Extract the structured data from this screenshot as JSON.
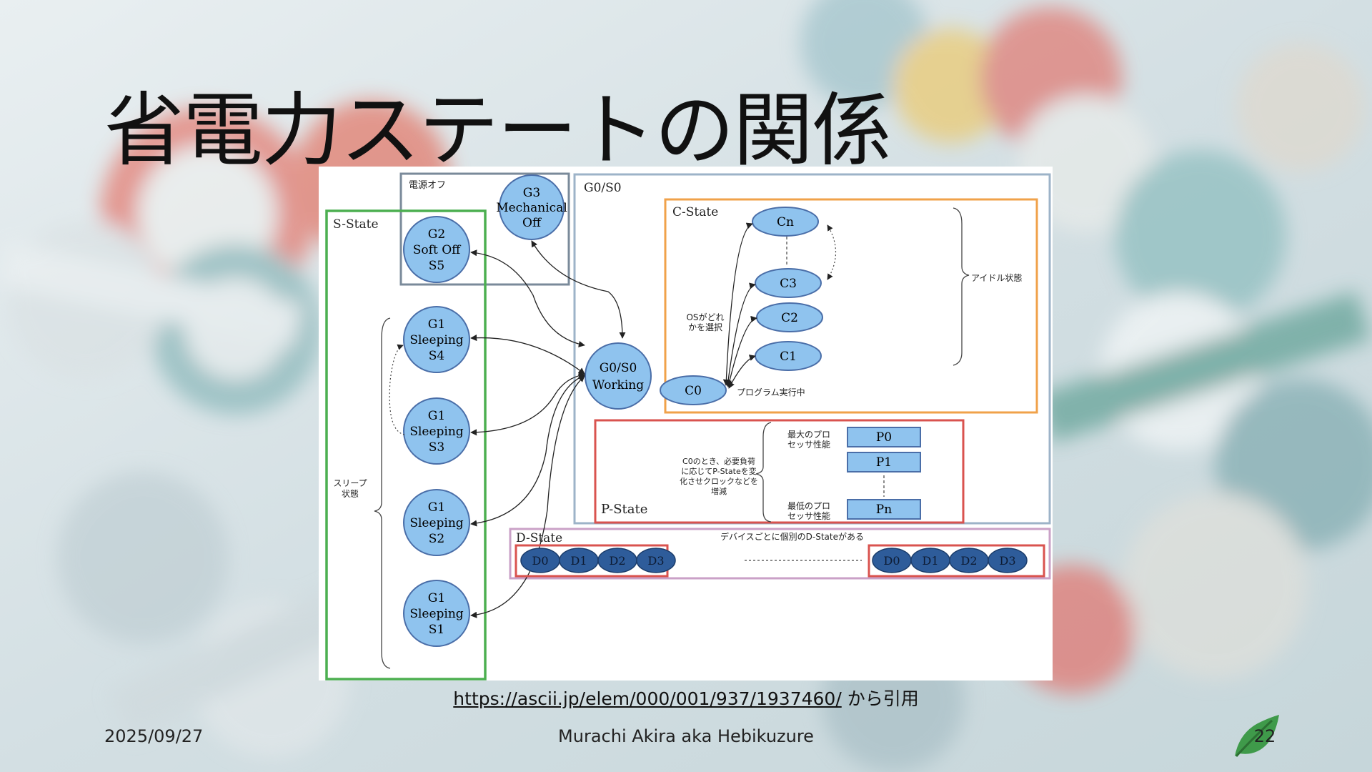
{
  "slide": {
    "title": "省電力ステートの関係",
    "source_url": "https://ascii.jp/elem/000/001/937/1937460/",
    "source_suffix": " から引用",
    "date": "2025/09/27",
    "author": "Murachi Akira aka Hebikuzure",
    "page_number": "22"
  },
  "colors": {
    "node_fill": "#8fc3ee",
    "node_stroke": "#4a6ea8",
    "dnode_fill": "#2e5c9a",
    "sstate_border": "#4caf50",
    "cstate_border": "#f0a24a",
    "pstate_border": "#d9534f",
    "g0_border": "#9db3c8",
    "power_off_border": "#7a8a9a"
  },
  "diagram": {
    "power_off_label": "電源オフ",
    "s_state_label": "S-State",
    "g0s0_label": "G0/S0",
    "c_state_label": "C-State",
    "p_state_label": "P-State",
    "d_state_label": "D-State",
    "g3": [
      "G3",
      "Mechanical",
      "Off"
    ],
    "g2": [
      "G2",
      "Soft Off",
      "S5"
    ],
    "s4": [
      "G1",
      "Sleeping",
      "S4"
    ],
    "s3": [
      "G1",
      "Sleeping",
      "S3"
    ],
    "s2": [
      "G1",
      "Sleeping",
      "S2"
    ],
    "s1": [
      "G1",
      "Sleeping",
      "S1"
    ],
    "working": [
      "G0/S0",
      "Working"
    ],
    "sleep_state_note": [
      "スリープ",
      "状態"
    ],
    "idle_state_note": "アイドル状態",
    "os_select_note": [
      "OSがどれ",
      "かを選択"
    ],
    "program_running_note": "プログラム実行中",
    "c_nodes": [
      "Cn",
      "C3",
      "C2",
      "C1",
      "C0"
    ],
    "p_nodes": [
      "P0",
      "P1",
      "Pn"
    ],
    "max_perf_note": [
      "最大のプロ",
      "セッサ性能"
    ],
    "min_perf_note": [
      "最低のプロ",
      "セッサ性能"
    ],
    "pstate_note": [
      "C0のとき、必要負荷",
      "に応じてP-Stateを変",
      "化させクロックなどを",
      "増減"
    ],
    "dstate_note": "デバイスごとに個別のD-Stateがある",
    "d_nodes": [
      "D0",
      "D1",
      "D2",
      "D3"
    ]
  }
}
